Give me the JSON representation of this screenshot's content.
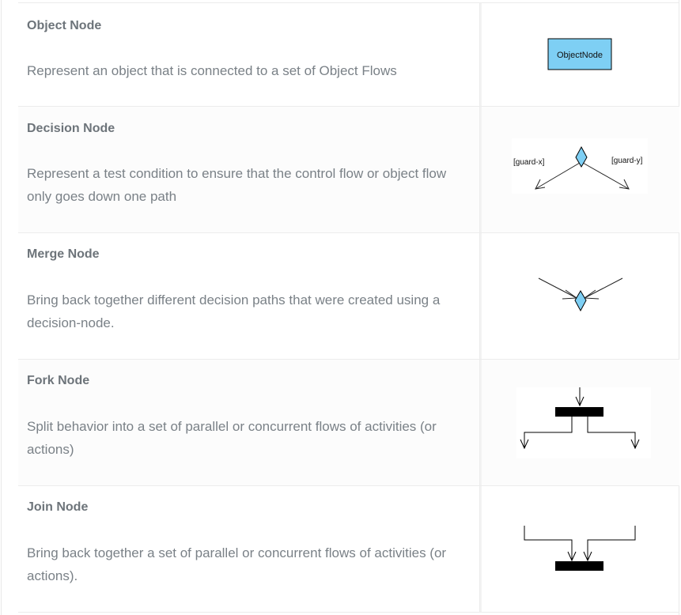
{
  "rows": [
    {
      "title": "Object Node",
      "description": "Represent an object that is connected to a set of Object Flows",
      "figure": {
        "type": "object-node",
        "label": "ObjectNode",
        "fill": "#7ecff4"
      }
    },
    {
      "title": "Decision Node",
      "description": "Represent a test condition to ensure that the control flow or object flow only goes down one path",
      "figure": {
        "type": "decision-node",
        "guard_left": "[guard-x]",
        "guard_right": "[guard-y]",
        "fill": "#7ecff4"
      }
    },
    {
      "title": "Merge Node",
      "description": "Bring back together different decision paths that were created using a decision-node.",
      "figure": {
        "type": "merge-node",
        "fill": "#7ecff4"
      }
    },
    {
      "title": "Fork Node",
      "description": "Split behavior into a set of parallel or concurrent flows of activities (or actions)",
      "figure": {
        "type": "fork-node",
        "bar_color": "#000000"
      }
    },
    {
      "title": "Join Node",
      "description": "Bring back together a set of parallel or concurrent flows of activities (or actions).",
      "figure": {
        "type": "join-node",
        "bar_color": "#000000"
      }
    }
  ]
}
